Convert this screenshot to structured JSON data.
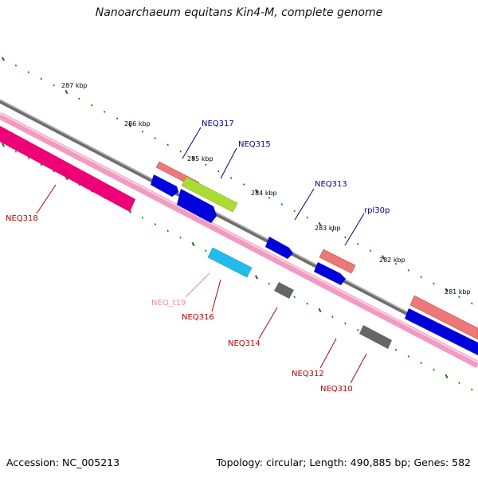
{
  "title": "Nanoarchaeum equitans Kin4-M, complete genome",
  "footer": {
    "accession": "Accession: NC_005213",
    "topology": "Topology: circular; Length: 490,885 bp; Genes: 582"
  },
  "ruler_ticks": [
    "287 kbp",
    "286 kbp",
    "285 kbp",
    "284 kbp",
    "283 kbp",
    "282 kbp",
    "281 kbp"
  ],
  "colors": {
    "backbone": "#8a8a8a",
    "reverse_track": "#f4a3c8",
    "cds_forward": "#0000dd",
    "cds_reverse_gray": "#666666",
    "gene_pink": "#ee7777",
    "trna": "#22bbee",
    "rrna_green": "#aadd33",
    "hot_pink": "#ee0077",
    "ruler_dots": "#117711",
    "label_blue": "#0000aa",
    "label_red": "#cc0000",
    "label_pink": "#ee88bb"
  },
  "gene_labels": [
    {
      "text": "NEQ317",
      "color": "#0000aa"
    },
    {
      "text": "NEQ315",
      "color": "#0000aa"
    },
    {
      "text": "NEQ313",
      "color": "#0000aa"
    },
    {
      "text": "rpl30p",
      "color": "#0000aa"
    },
    {
      "text": "NEQ318",
      "color": "#cc0000"
    },
    {
      "text": "NEQ_t19",
      "color": "#ee88bb"
    },
    {
      "text": "NEQ316",
      "color": "#cc0000"
    },
    {
      "text": "NEQ314",
      "color": "#cc0000"
    },
    {
      "text": "NEQ312",
      "color": "#cc0000"
    },
    {
      "text": "NEQ310",
      "color": "#cc0000"
    }
  ]
}
